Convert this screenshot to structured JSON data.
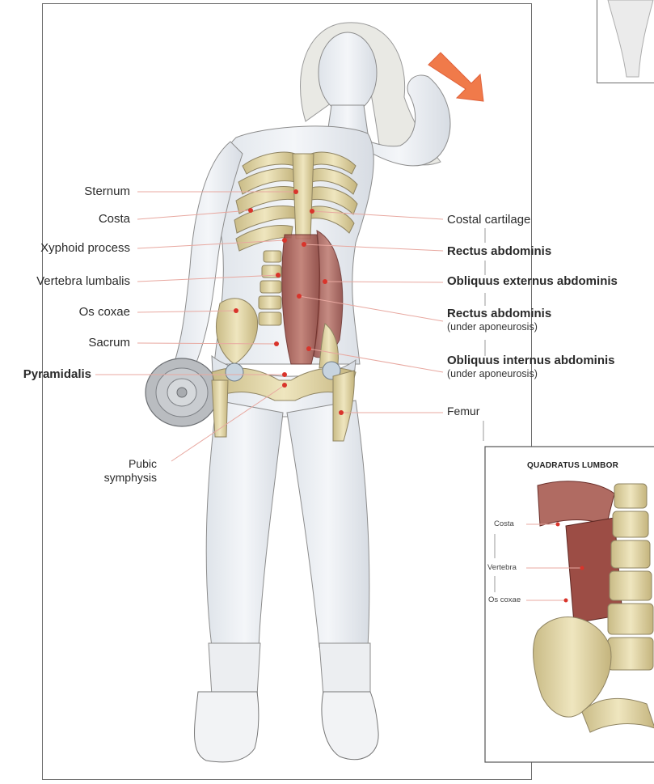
{
  "labels_left": {
    "sternum": "Sternum",
    "costa": "Costa",
    "xyphoid": "Xyphoid process",
    "vertebra_lumbalis": "Vertebra lumbalis",
    "os_coxae": "Os coxae",
    "sacrum": "Sacrum",
    "pyramidalis": "Pyramidalis",
    "pubic_1": "Pubic",
    "pubic_2": "symphysis"
  },
  "labels_right": {
    "costal_cartilage": "Costal cartilage",
    "rectus_abdominis": "Rectus abdominis",
    "obliquus_externus": "Obliquus externus abdominis",
    "rectus_abdominis_2": "Rectus abdominis",
    "rectus_sub": "(under aponeurosis)",
    "obliquus_internus": "Obliquus internus abdominis",
    "internus_sub": "(under aponeurosis)",
    "femur": "Femur"
  },
  "inset": {
    "title": "QUADRATUS LUMBOR",
    "costa": "Costa",
    "vertebra": "Vertebra",
    "os_coxae": "Os coxae"
  },
  "colors": {
    "leader_line": "#e8a8a0",
    "marker_dot": "#d9342b",
    "arrow": "#f07a4a",
    "bone": "#e6dcae",
    "muscle": "#b4645a",
    "skin": "#eef1f5"
  }
}
